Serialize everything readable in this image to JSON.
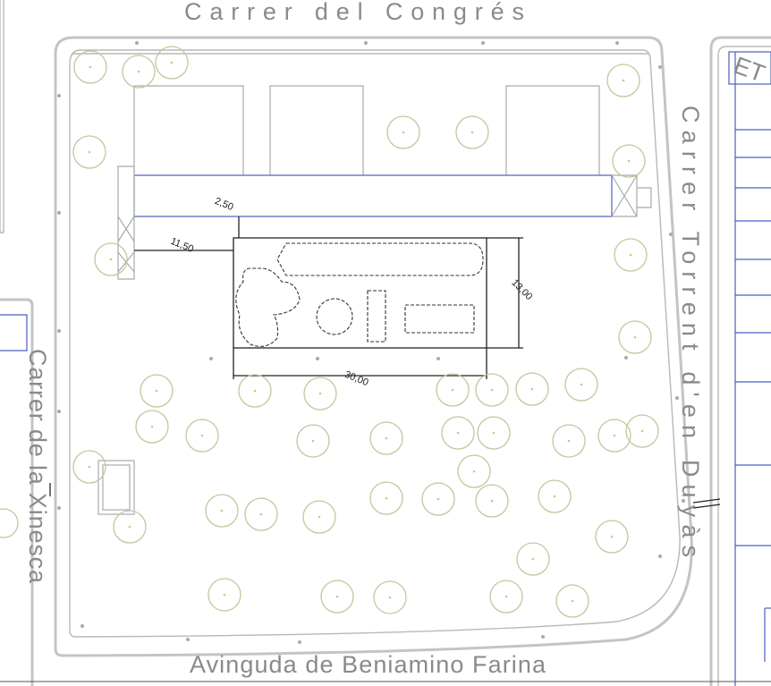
{
  "streets": {
    "top": "Carrer del Congrés",
    "right": "Carrer Torrent d'en Duyàs",
    "left": "Carrer de la Xinesca",
    "bottom": "Avinguda de Beniamino Farina"
  },
  "dimensions": {
    "d1": "2,50",
    "d2": "11,50",
    "d3": "13,00",
    "d4": "30,00"
  },
  "labels": {
    "et": "ET"
  },
  "colors": {
    "street_text": "#8a8a8a",
    "blue_lines": "#4b5fc2",
    "trees": "#c3c79c"
  }
}
